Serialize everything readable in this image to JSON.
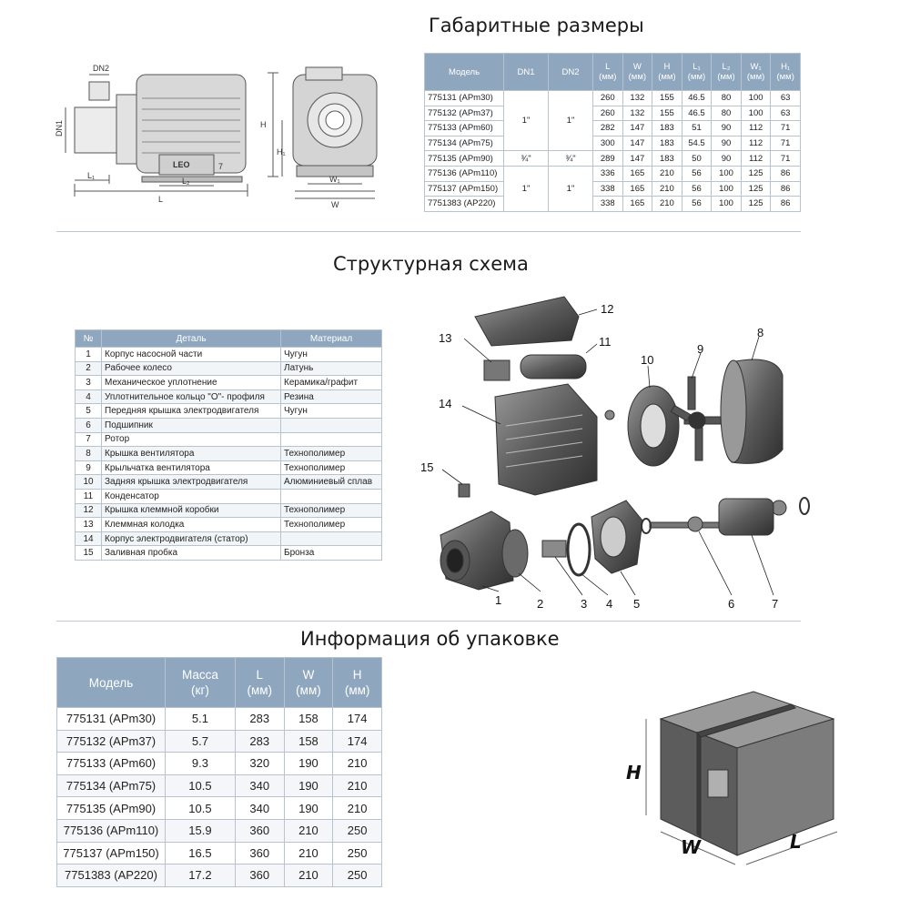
{
  "sections": {
    "dimensions_title": "Габаритные размеры",
    "structure_title": "Структурная схема",
    "packaging_title": "Информация об упаковке"
  },
  "drawing_labels": {
    "dn2": "DN2",
    "dn1": "DN1",
    "l": "L",
    "l1": "L₁",
    "l2": "L₂",
    "h": "H",
    "h1": "H₁",
    "w": "W",
    "w1": "W₁",
    "seven": "7",
    "brand": "LEO"
  },
  "dimensions": {
    "headers": [
      "Модель",
      "DN1",
      "DN2",
      "L\n(мм)",
      "W\n(мм)",
      "H\n(мм)",
      "L₁\n(мм)",
      "L₂\n(мм)",
      "W₁\n(мм)",
      "H₁\n(мм)"
    ],
    "rows": [
      [
        "775131 (APm30)",
        "260",
        "132",
        "155",
        "46.5",
        "80",
        "100",
        "63"
      ],
      [
        "775132 (APm37)",
        "260",
        "132",
        "155",
        "46.5",
        "80",
        "100",
        "63"
      ],
      [
        "775133 (APm60)",
        "282",
        "147",
        "183",
        "51",
        "90",
        "112",
        "71"
      ],
      [
        "775134 (APm75)",
        "300",
        "147",
        "183",
        "54.5",
        "90",
        "112",
        "71"
      ],
      [
        "775135 (APm90)",
        "289",
        "147",
        "183",
        "50",
        "90",
        "112",
        "71"
      ],
      [
        "775136 (APm110)",
        "336",
        "165",
        "210",
        "56",
        "100",
        "125",
        "86"
      ],
      [
        "775137 (APm150)",
        "338",
        "165",
        "210",
        "56",
        "100",
        "125",
        "86"
      ],
      [
        "7751383 (AP220)",
        "338",
        "165",
        "210",
        "56",
        "100",
        "125",
        "86"
      ]
    ],
    "dn_groups": [
      {
        "dn1": "1\"",
        "dn2": "1\""
      },
      {
        "dn1": "¾\"",
        "dn2": "¾\""
      },
      {
        "dn1": "1\"",
        "dn2": "1\""
      }
    ]
  },
  "parts": {
    "headers": [
      "№",
      "Деталь",
      "Материал"
    ],
    "rows": [
      [
        "1",
        "Корпус насосной части",
        "Чугун"
      ],
      [
        "2",
        "Рабочее колесо",
        "Латунь"
      ],
      [
        "3",
        "Механическое уплотнение",
        "Керамика/графит"
      ],
      [
        "4",
        "Уплотнительное кольцо \"О\"- профиля",
        "Резина"
      ],
      [
        "5",
        "Передняя крышка электродвигателя",
        "Чугун"
      ],
      [
        "6",
        "Подшипник",
        ""
      ],
      [
        "7",
        "Ротор",
        ""
      ],
      [
        "8",
        "Крышка вентилятора",
        "Технополимер"
      ],
      [
        "9",
        "Крыльчатка вентилятора",
        "Технополимер"
      ],
      [
        "10",
        "Задняя крышка электродвигателя",
        "Алюминиевый сплав"
      ],
      [
        "11",
        "Конденсатор",
        ""
      ],
      [
        "12",
        "Крышка клеммной коробки",
        "Технополимер"
      ],
      [
        "13",
        "Клеммная колодка",
        "Технополимер"
      ],
      [
        "14",
        "Корпус электродвигателя (статор)",
        ""
      ],
      [
        "15",
        "Заливная пробка",
        "Бронза"
      ]
    ]
  },
  "exploded_labels": [
    "1",
    "2",
    "3",
    "4",
    "5",
    "6",
    "7",
    "8",
    "9",
    "10",
    "11",
    "12",
    "13",
    "14",
    "15"
  ],
  "packaging": {
    "headers": [
      "Модель",
      "Масса\n(кг)",
      "L\n(мм)",
      "W\n(мм)",
      "H\n(мм)"
    ],
    "rows": [
      [
        "775131 (APm30)",
        "5.1",
        "283",
        "158",
        "174"
      ],
      [
        "775132 (APm37)",
        "5.7",
        "283",
        "158",
        "174"
      ],
      [
        "775133 (APm60)",
        "9.3",
        "320",
        "190",
        "210"
      ],
      [
        "775134 (APm75)",
        "10.5",
        "340",
        "190",
        "210"
      ],
      [
        "775135 (APm90)",
        "10.5",
        "340",
        "190",
        "210"
      ],
      [
        "775136 (APm110)",
        "15.9",
        "360",
        "210",
        "250"
      ],
      [
        "775137 (APm150)",
        "16.5",
        "360",
        "210",
        "250"
      ],
      [
        "7751383 (AP220)",
        "17.2",
        "360",
        "210",
        "250"
      ]
    ],
    "box_labels": {
      "h": "H",
      "w": "W",
      "l": "L"
    }
  }
}
